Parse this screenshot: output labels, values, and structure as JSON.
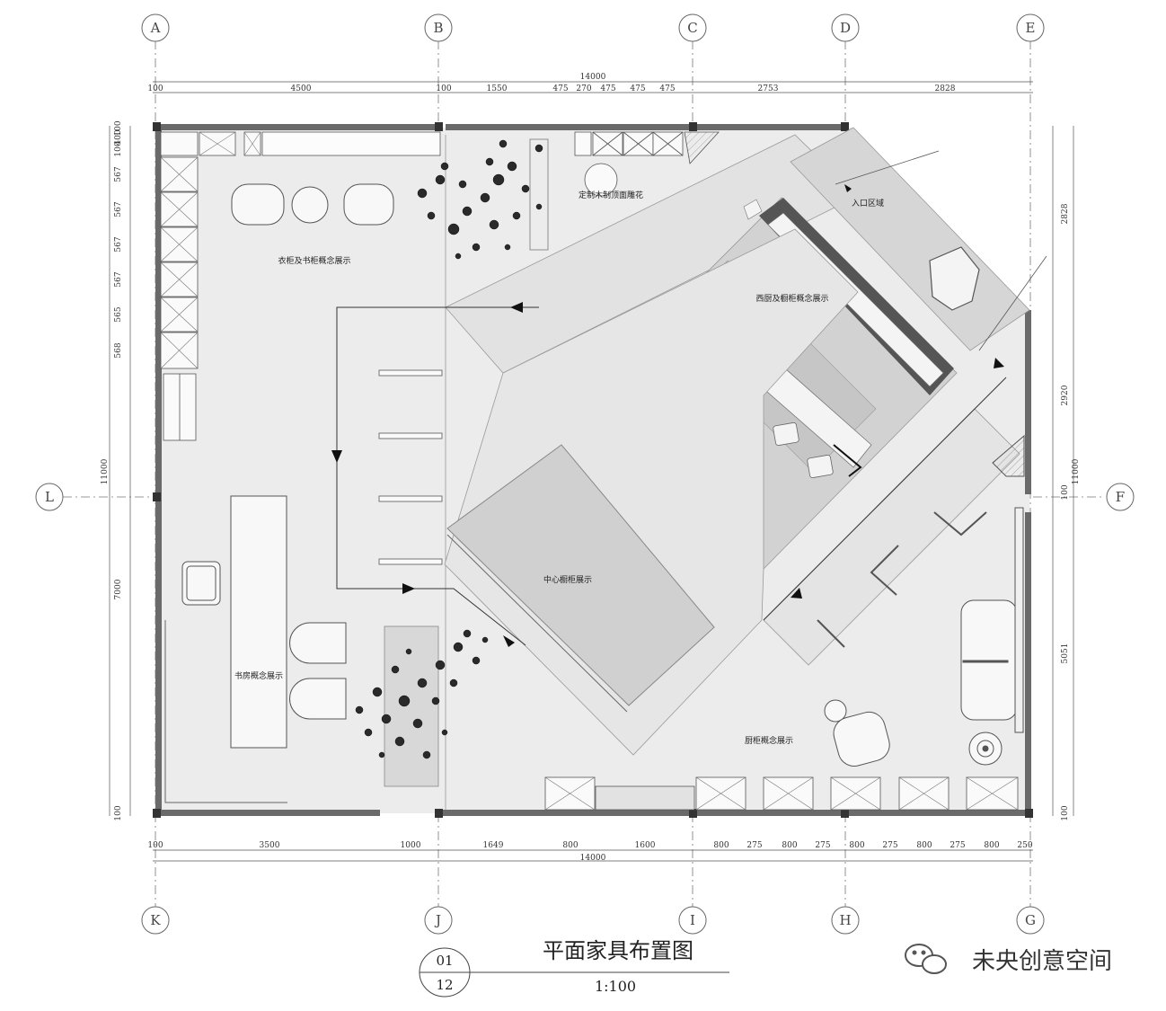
{
  "axes": {
    "top": [
      "A",
      "B",
      "C",
      "D",
      "E"
    ],
    "bottom": [
      "K",
      "J",
      "I",
      "H",
      "G"
    ],
    "left": "L",
    "right": "F"
  },
  "dims": {
    "top_total": "14000",
    "top": [
      "100",
      "4500",
      "100",
      "1550",
      "475",
      "270",
      "475",
      "475",
      "475",
      "2753",
      "2828"
    ],
    "bottom_total": "14000",
    "bottom": [
      "100",
      "3500",
      "1000",
      "1649",
      "800",
      "1600",
      "800",
      "275",
      "800",
      "275",
      "800",
      "275",
      "800",
      "275",
      "800",
      "250"
    ],
    "left_total": "11000",
    "left": [
      "100",
      "400",
      "100",
      "567",
      "567",
      "567",
      "567",
      "565",
      "568",
      "7000",
      "100"
    ],
    "right_total": "11000",
    "right": [
      "2828",
      "2920",
      "100",
      "5051",
      "100"
    ]
  },
  "rooms": {
    "wardrobe": "衣柜及书柜概念展示",
    "custom_wood": "定制木制顶面雕花",
    "entrance": "入口区域",
    "kitchen": "西厨及橱柜概念展示",
    "center": "中心橱柜展示",
    "study": "书房概念展示",
    "cabinet": "厨柜概念展示"
  },
  "title_block": {
    "title": "平面家具布置图",
    "number": "01",
    "sheet": "12",
    "scale": "1:100"
  },
  "watermark": "未央创意空间"
}
